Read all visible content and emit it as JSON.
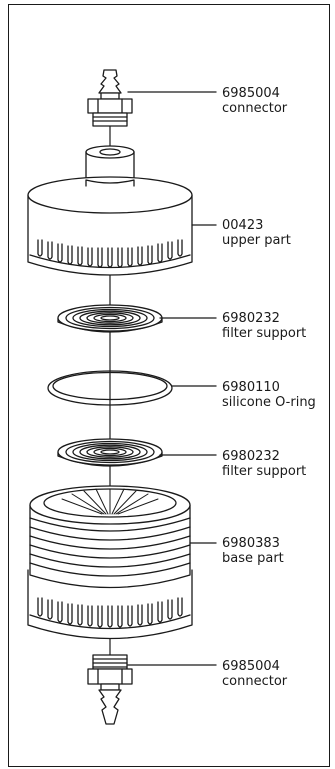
{
  "parts": [
    {
      "number": "6985004",
      "name": "connector"
    },
    {
      "number": "00423",
      "name": "upper part"
    },
    {
      "number": "6980232",
      "name": "filter support"
    },
    {
      "number": "6980110",
      "name": "silicone O-ring"
    },
    {
      "number": "6980232",
      "name": "filter support"
    },
    {
      "number": "6980383",
      "name": "base part"
    },
    {
      "number": "6985004",
      "name": "connector"
    }
  ],
  "colors": {
    "line": "#1a1a1a",
    "background": "#ffffff"
  }
}
